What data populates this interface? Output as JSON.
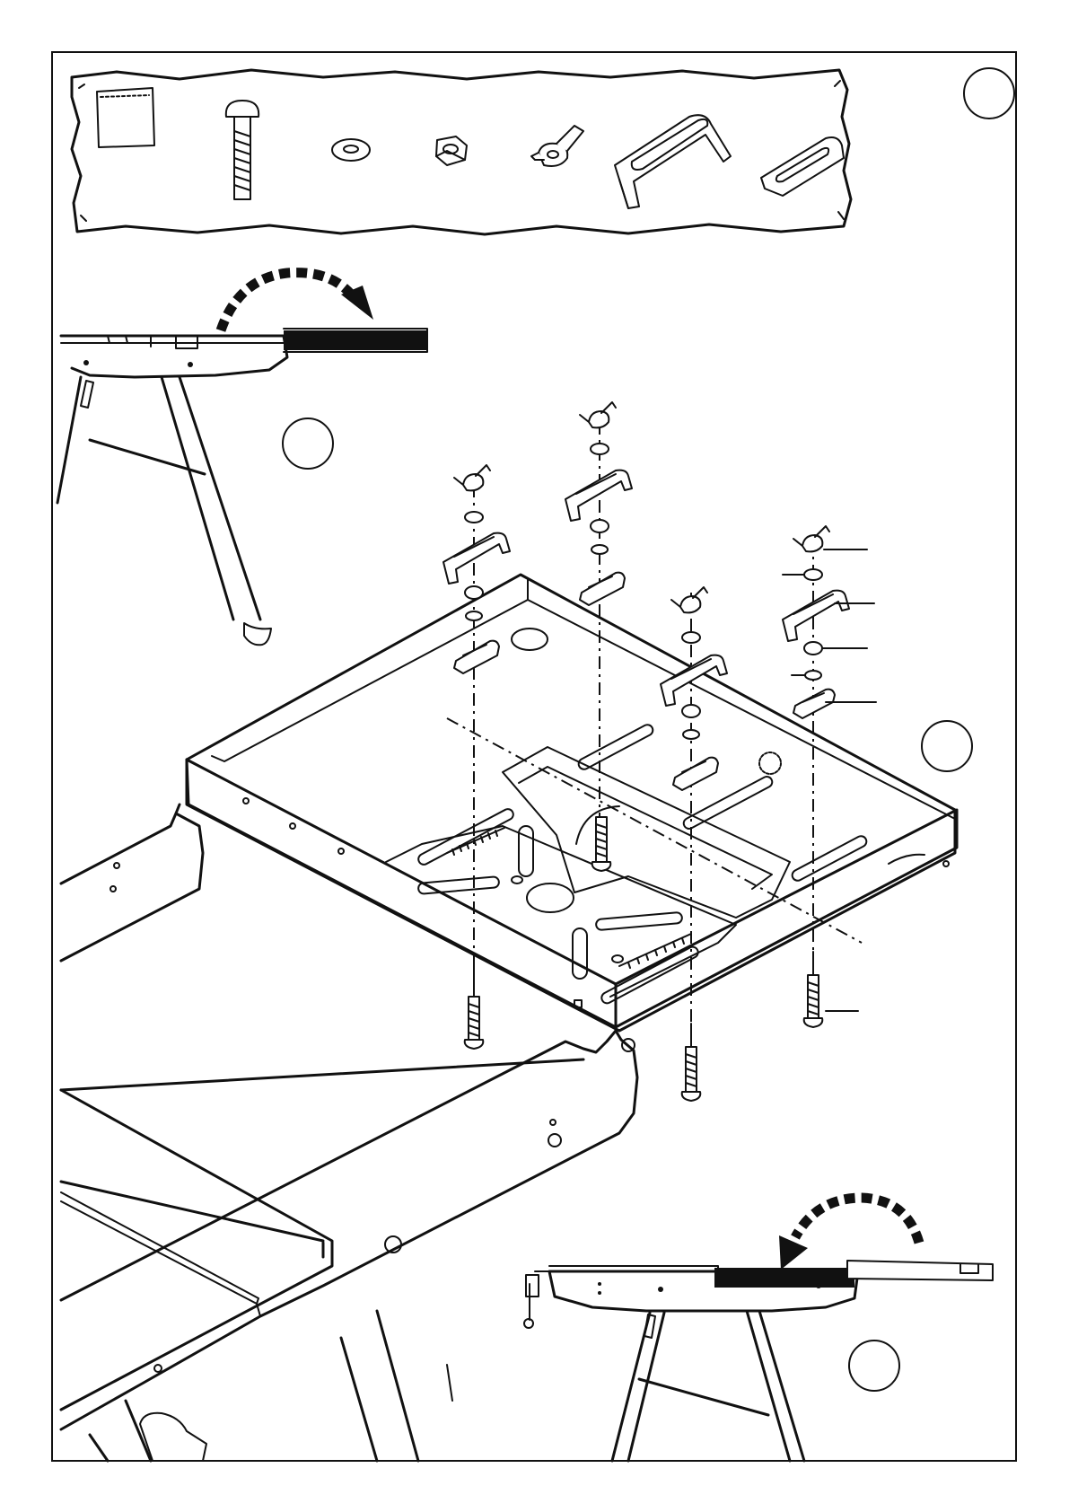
{
  "callouts": {
    "step_markers": [
      "",
      "",
      "",
      ""
    ],
    "leaders": [
      "",
      "",
      "",
      "",
      "",
      "",
      ""
    ]
  },
  "parts_panel": {
    "items": [
      {
        "name": "bag"
      },
      {
        "name": "carriage-bolt"
      },
      {
        "name": "washer"
      },
      {
        "name": "hex-nut"
      },
      {
        "name": "wing-nut"
      },
      {
        "name": "clamp-bracket"
      },
      {
        "name": "slotted-plate"
      }
    ]
  }
}
